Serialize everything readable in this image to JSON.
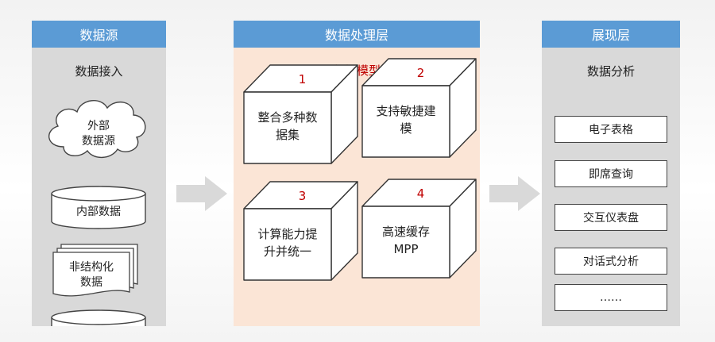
{
  "source": {
    "header": "数据源",
    "subtitle": "数据接入",
    "cloud_lines": [
      "外部",
      "数据源"
    ],
    "database_label": "内部数据",
    "docs_lines": [
      "非结构化",
      "数据"
    ],
    "cylinder_label": "……"
  },
  "processing": {
    "header": "数据处理层",
    "subtitle": "数据模型",
    "cubes": [
      {
        "number": "1",
        "lines": [
          "整合多种数",
          "据集"
        ]
      },
      {
        "number": "2",
        "lines": [
          "支持敏捷建",
          "模"
        ]
      },
      {
        "number": "3",
        "lines": [
          "计算能力提",
          "升并统一"
        ]
      },
      {
        "number": "4",
        "lines": [
          "高速缓存",
          "MPP"
        ]
      }
    ]
  },
  "presentation": {
    "header": "展现层",
    "subtitle": "数据分析",
    "items": [
      "电子表格",
      "即席查询",
      "交互仪表盘",
      "对话式分析",
      "……"
    ]
  },
  "colors": {
    "header_blue": "#5b9bd5",
    "panel_gray": "#d9d9d9",
    "panel_peach": "#fbe5d6",
    "accent_red": "#c00000",
    "arrow_gray": "#d9d9d9"
  }
}
